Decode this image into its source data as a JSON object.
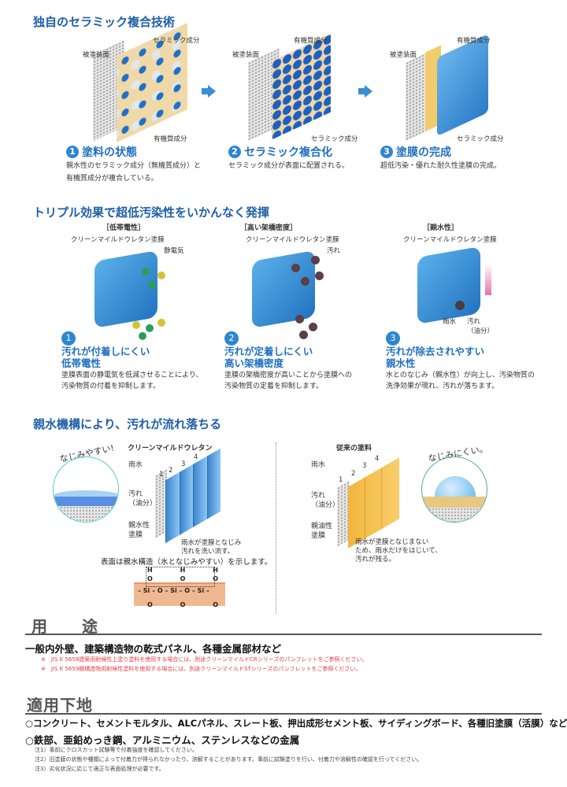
{
  "section1": {
    "title": "独自のセラミック複合技術",
    "labels": {
      "surface": "被塗装面",
      "ceramic": "セラミック成分",
      "organic": "有機質成分"
    },
    "steps": [
      {
        "num": "1",
        "title": "塗料の状態",
        "desc1": "親水性のセラミック成分（無機質成分）と",
        "desc2": "有機質成分が複合している。"
      },
      {
        "num": "2",
        "title": "セラミック複合化",
        "desc1": "セラミック成分が表面に配置される。",
        "desc2": ""
      },
      {
        "num": "3",
        "title": "塗膜の完成",
        "desc1": "超低汚染・優れた耐久性塗膜の完成。",
        "desc2": ""
      }
    ]
  },
  "section2": {
    "title": "トリプル効果で超低汚染性をいかんなく発揮",
    "coat": "クリーンマイルドウレタン塗膜",
    "static": "静電気",
    "dirt": "汚れ",
    "dirt_oil": "汚れ\n（油分）",
    "rain": "雨水",
    "items": [
      {
        "bracket": "［低帯電性］",
        "num": "1",
        "h1": "汚れが付着しにくい",
        "h2": "低帯電性",
        "d1": "塗膜表面の静電気を低減させることにより、",
        "d2": "汚染物質の付着を抑制します。"
      },
      {
        "bracket": "［高い架橋密度］",
        "num": "2",
        "h1": "汚れが定着しにくい",
        "h2": "高い架橋密度",
        "d1": "塗膜の架橋密度が高いことから塗膜への",
        "d2": "汚染物質の定着を抑制します。"
      },
      {
        "bracket": "［親水性］",
        "num": "3",
        "h1": "汚れが除去されやすい",
        "h2": "親水性",
        "d1": "水とのなじみ（親水性）が向上し、汚染物質の",
        "d2": "洗浄効果が現れ、汚れが落ちます。"
      }
    ]
  },
  "section3": {
    "title": "親水機構により、汚れが流れ落ちる",
    "left": {
      "bubble": "なじみやすい!",
      "product": "クリーンマイルドウレタン",
      "rain": "雨水",
      "dirt1": "汚れ",
      "dirt2": "（油分）",
      "film1": "親水性",
      "film2": "塗膜",
      "cap1": "雨水が塗膜となじみ",
      "cap2": "汚れを洗い流す。",
      "nums": [
        "1",
        "2",
        "3",
        "4"
      ]
    },
    "right": {
      "bubble": "なじみにくい。",
      "product": "従来の塗料",
      "rain": "雨水",
      "dirt1": "汚れ",
      "dirt2": "（油分）",
      "film1": "親油性",
      "film2": "塗膜",
      "cap1": "雨水が塗膜となじまない",
      "cap2": "ため、雨水だけをはじいて、",
      "cap3": "汚れが残る。",
      "nums": [
        "1",
        "2",
        "3",
        "4"
      ]
    },
    "structure_caption": "表面は親水構造（水となじみやすい）を示します。",
    "chem": {
      "h": "H",
      "o": "O",
      "si": "Si",
      "row": "– Si – O – Si – O – Si –"
    }
  },
  "usage": {
    "heading": "用　途",
    "main": "一般内外壁、建築構造物の乾式パネル、各種金属部材など",
    "notes": [
      "※　JIS K 5658建築用耐候性上塗り塗料を使用する場合には、別途クリーンマイルドCRシリーズのパンフレットをご参照ください。",
      "※　JIS K 5659鋼構造物用耐候性塗料を使用する場合には、別途クリーンマイルドSTシリーズのパンフレットをご参照ください。"
    ]
  },
  "substrates": {
    "heading": "適用下地",
    "items": [
      "○コンクリート、セメントモルタル、ALCパネル、スレート板、押出成形セメント板、サイディングボード、各種旧塗膜（活膜）など",
      "○鉄部、亜鉛めっき鋼、アルミニウム、ステンレスなどの金属"
    ],
    "notes": [
      "注1）事前にクロスカット試験等で付着強度を確認してください。",
      "注2）旧塗膜の状態や種類によって付着力が得られなかったり、溶解することがあります。事前に試験塗りを行い、付着力や溶解性の確認を行ってください。",
      "注3）劣化状況に応じて適正な表面処理が必要です。"
    ]
  },
  "colors": {
    "accent": "#1f6fc0",
    "note_red": "#e0404a"
  }
}
